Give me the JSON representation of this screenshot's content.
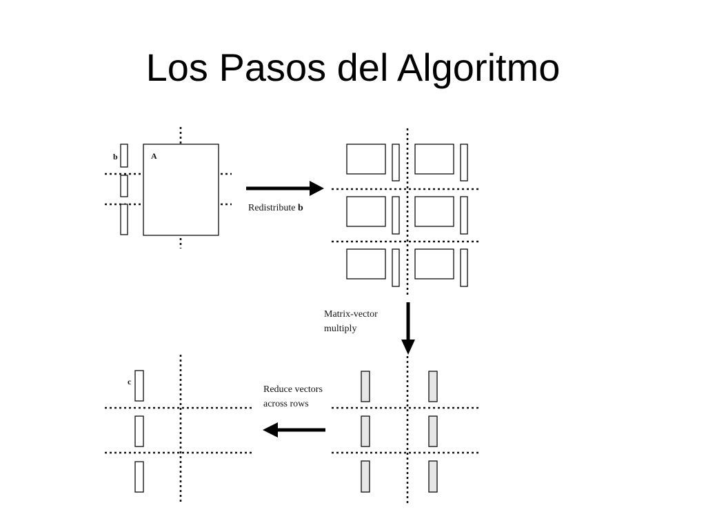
{
  "slide": {
    "title": "Los Pasos del Algoritmo"
  },
  "diagram": {
    "step1": {
      "vector_label": "b",
      "matrix_label": "A"
    },
    "arrow_redistribute": {
      "label_text": "Redistribute ",
      "label_bold": "b"
    },
    "arrow_multiply": {
      "label_line1": "Matrix-vector",
      "label_line2": "multiply"
    },
    "arrow_reduce": {
      "label_line1": "Reduce vectors",
      "label_line2": "across rows"
    },
    "step4": {
      "vector_label": "c"
    },
    "colors": {
      "line": "#111111",
      "shaded_block": "#e6e6e6",
      "background": "#ffffff"
    }
  }
}
